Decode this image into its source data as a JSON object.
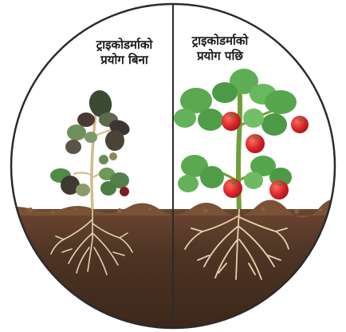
{
  "panels": {
    "left": {
      "title_line1": "ट्राइकोडर्माको",
      "title_line2": "प्रयोग बिना"
    },
    "right": {
      "title_line1": "ट्राइकोडर्माको",
      "title_line2": "प्रयोग पछि"
    }
  },
  "colors": {
    "soil_dark": "#3f2a1d",
    "soil_mid": "#5a3b28",
    "healthy_leaf": "#5fb35a",
    "healthy_leaf_dark": "#3e8e3c",
    "sick_leaf": "#4f6b45",
    "sick_leaf_dark": "#3a3a32",
    "tomato": "#d9262b",
    "root": "#e8d8b8",
    "border": "#2b2b2b"
  }
}
